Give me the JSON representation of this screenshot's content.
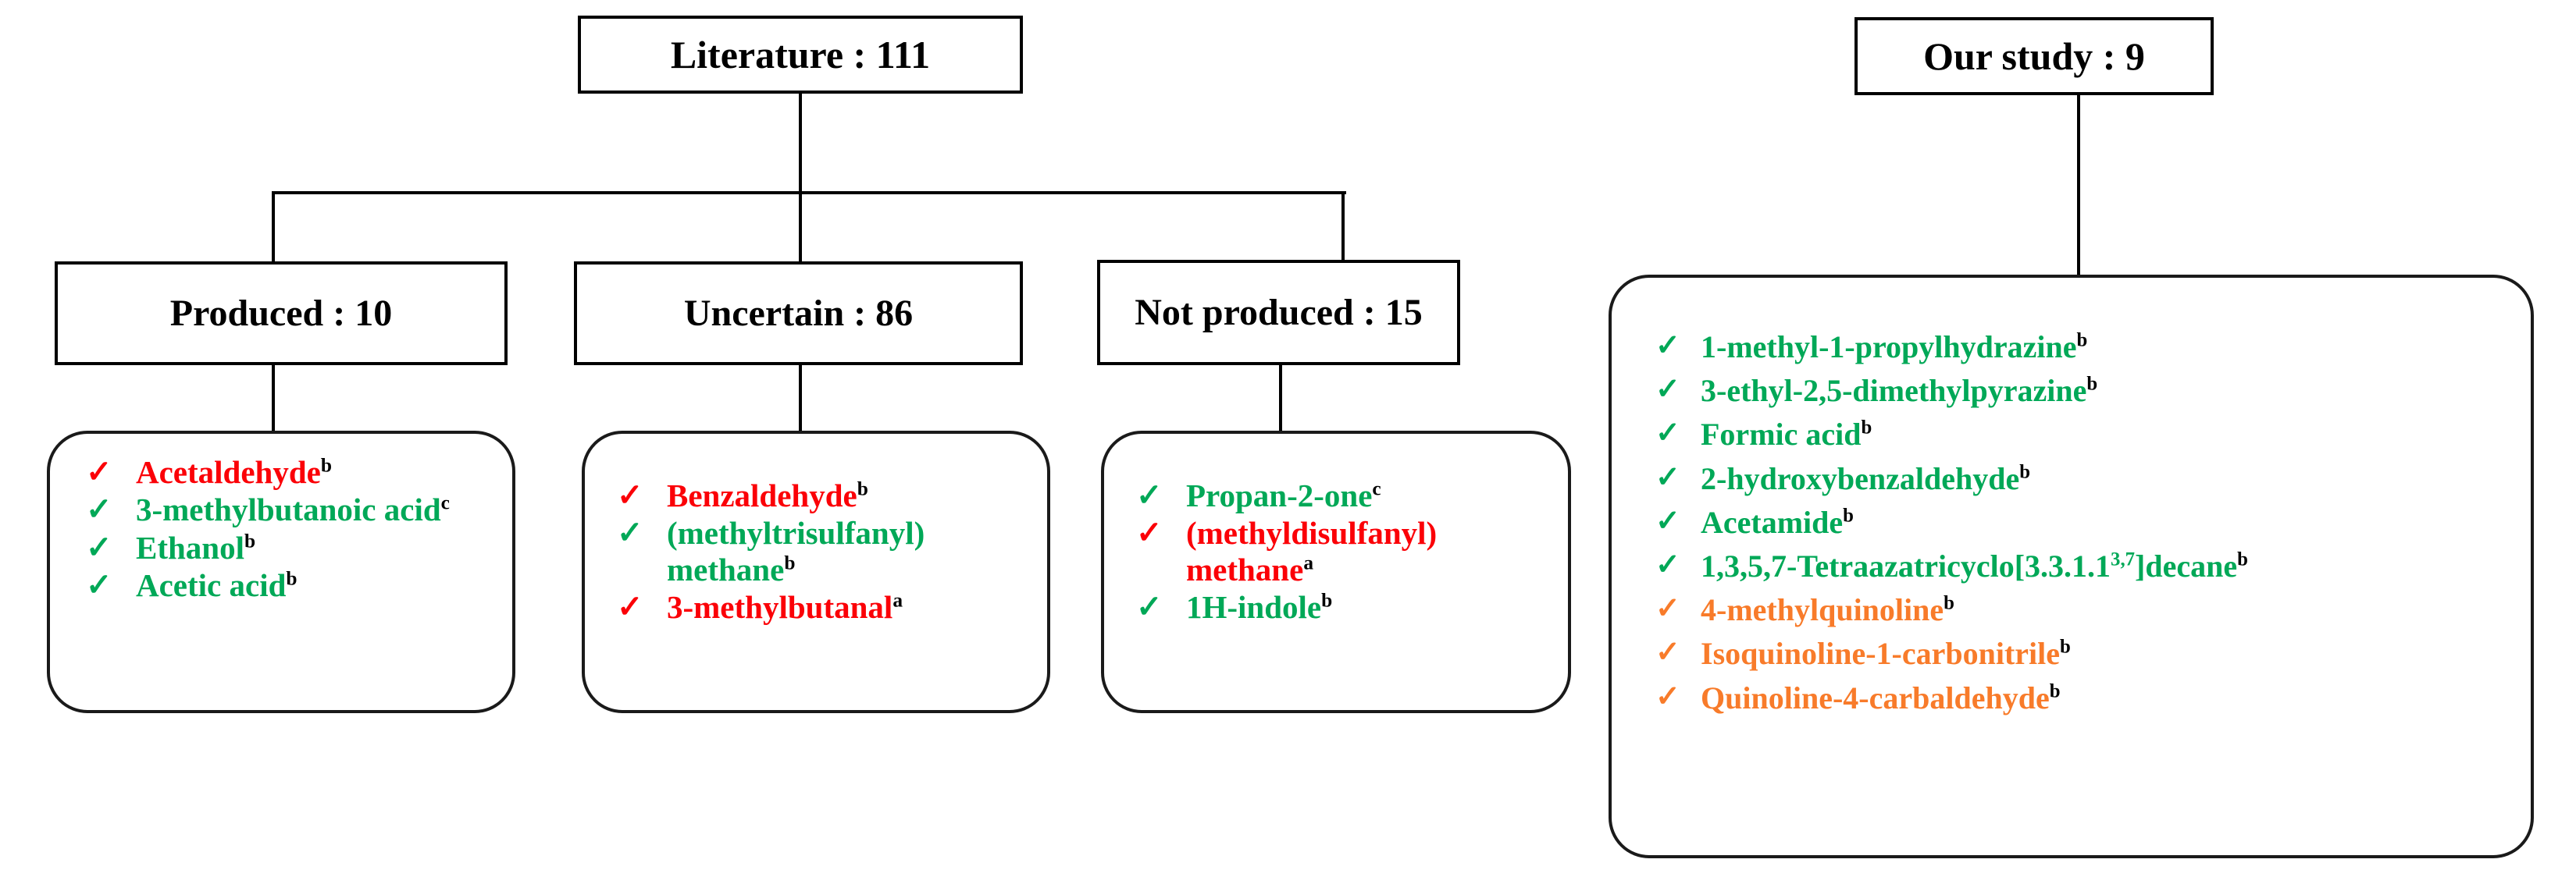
{
  "diagram": {
    "title_nodes": {
      "literature": "Literature : 111",
      "our_study": "Our study : 9"
    },
    "categories": {
      "produced": "Produced : 10",
      "uncertain": "Uncertain : 86",
      "not_produced": "Not produced : 15"
    },
    "tick_glyph": "✓",
    "colors": {
      "red": "#fb0007",
      "green": "#00a857",
      "orange": "#f87b2a",
      "outline": "#000000",
      "background": "#ffffff"
    },
    "lists": {
      "produced": [
        {
          "name": "Acetaldehyde",
          "sup": "b",
          "color": "red"
        },
        {
          "name": "3-methylbutanoic acid",
          "sup": "c",
          "color": "green"
        },
        {
          "name": "Ethanol",
          "sup": "b",
          "color": "green"
        },
        {
          "name": "Acetic acid",
          "sup": "b",
          "color": "green"
        }
      ],
      "uncertain": [
        {
          "name": "Benzaldehyde",
          "sup": "b",
          "color": "red"
        },
        {
          "name": "(methyltrisulfanyl) methane",
          "sup": "b",
          "color": "green"
        },
        {
          "name": "3-methylbutanal",
          "sup": "a",
          "color": "red"
        }
      ],
      "not_produced": [
        {
          "name": "Propan-2-one",
          "sup": "c",
          "color": "green"
        },
        {
          "name": "(methyldisulfanyl) methane",
          "sup": "a",
          "color": "red"
        },
        {
          "name": "1H-indole",
          "sup": "b",
          "color": "green"
        }
      ],
      "our_study": [
        {
          "name": "1-methyl-1-propylhydrazine",
          "sup": "b",
          "color": "green"
        },
        {
          "name": "3-ethyl-2,5-dimethylpyrazine",
          "sup": "b",
          "color": "green"
        },
        {
          "name": "Formic  acid",
          "sup": "b",
          "color": "green"
        },
        {
          "name": "2-hydroxybenzaldehyde",
          "sup": "b",
          "color": "green"
        },
        {
          "name": "Acetamide",
          "sup": "b",
          "color": "green"
        },
        {
          "name": "1,3,5,7-Tetraazatricyclo[3.3.1.1",
          "inner_sup": "3,7",
          "name_tail": "]decane",
          "sup": "b",
          "color": "green"
        },
        {
          "name": "4-methylquinoline",
          "sup": "b",
          "color": "orange"
        },
        {
          "name": "Isoquinoline-1-carbonitrile",
          "sup": "b",
          "color": "orange"
        },
        {
          "name": "Quinoline-4-carbaldehyde",
          "sup": "b",
          "color": "orange"
        }
      ]
    }
  }
}
